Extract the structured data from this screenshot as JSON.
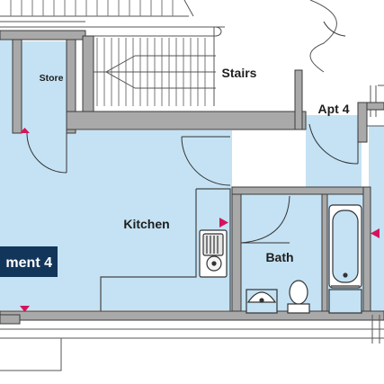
{
  "rooms": {
    "store": "Store",
    "stairs": "Stairs",
    "apt": "Apt 4",
    "kitchen": "Kitchen",
    "bath": "Bath"
  },
  "apartment_tag": {
    "text": "ment 4",
    "color": "#12365a"
  },
  "colors": {
    "room_fill": "#c4e2f4",
    "wall": "#a9a9a9",
    "wall_outline": "#3a3a3a",
    "marker": "#d4145a",
    "line": "#333333"
  }
}
